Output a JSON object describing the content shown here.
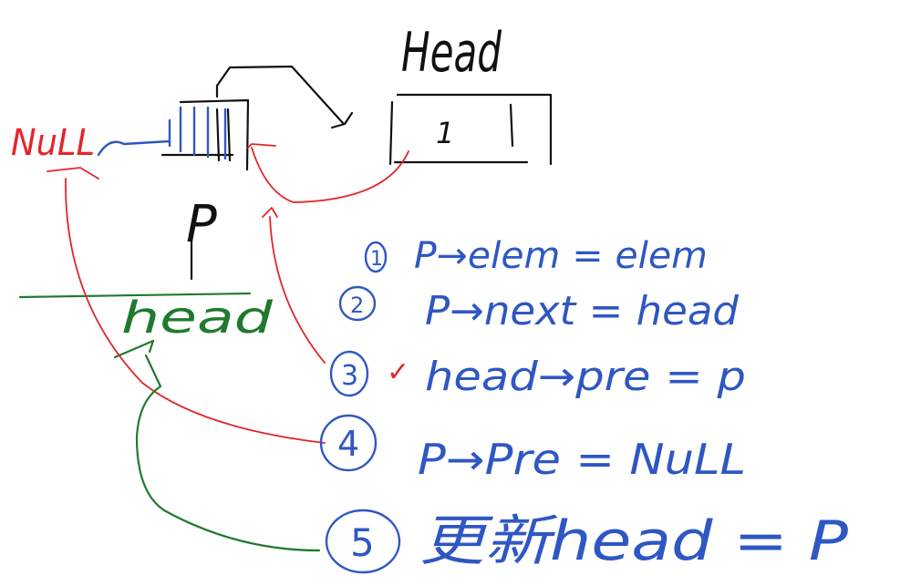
{
  "labels": {
    "head_top": "Head",
    "null_left": "NuLL",
    "p_label": "P",
    "head_green": "head",
    "head_node_value": "1"
  },
  "steps": [
    {
      "num": "1",
      "text": "P→elem = elem"
    },
    {
      "num": "2",
      "text": "P→next = head"
    },
    {
      "num": "3",
      "check": "✓",
      "text": "head→pre = p"
    },
    {
      "num": "4",
      "text": "P→Pre = NuLL"
    },
    {
      "num": "5",
      "text": "更新head = P"
    }
  ],
  "colors": {
    "black": "#111111",
    "red": "#e3262a",
    "blue": "#2f57c3",
    "green": "#1f7a2e"
  }
}
